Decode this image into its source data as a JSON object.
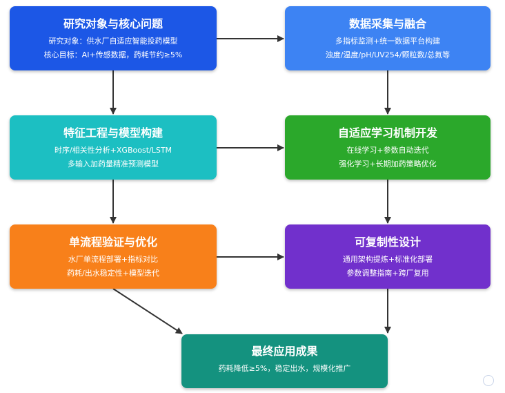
{
  "nodes": {
    "n1": {
      "title": "研究对象与核心问题",
      "lines": [
        "研究对象：供水厂自适应智能投药模型",
        "核心目标：AI+传感数据，药耗节约≥5%"
      ],
      "color": "#1c57e6"
    },
    "n2": {
      "title": "数据采集与融合",
      "lines": [
        "多指标监测+统一数据平台构建",
        "浊度/温度/pH/UV254/颗粒数/总氮等"
      ],
      "color": "#3d83f3"
    },
    "n3": {
      "title": "特征工程与模型构建",
      "lines": [
        "时序/相关性分析+XGBoost/LSTM",
        "多输入加药量精准预测模型"
      ],
      "color": "#1cbfc2"
    },
    "n4": {
      "title": "自适应学习机制开发",
      "lines": [
        "在线学习+参数自动迭代",
        "强化学习+长期加药策略优化"
      ],
      "color": "#2ba82b"
    },
    "n5": {
      "title": "单流程验证与优化",
      "lines": [
        "水厂单流程部署+指标对比",
        "药耗/出水稳定性+模型迭代"
      ],
      "color": "#f8801a"
    },
    "n6": {
      "title": "可复制性设计",
      "lines": [
        "通用架构提炼+标准化部署",
        "参数调整指南+跨厂复用"
      ],
      "color": "#7130cc"
    },
    "n7": {
      "title": "最终应用成果",
      "lines": [
        "药耗降低≥5%，稳定出水，规模化推广"
      ],
      "color": "#14927f"
    }
  },
  "edges": [
    {
      "from": "n1",
      "to": "n2"
    },
    {
      "from": "n1",
      "to": "n3"
    },
    {
      "from": "n2",
      "to": "n4"
    },
    {
      "from": "n3",
      "to": "n4"
    },
    {
      "from": "n3",
      "to": "n5"
    },
    {
      "from": "n4",
      "to": "n6"
    },
    {
      "from": "n5",
      "to": "n6"
    },
    {
      "from": "n5",
      "to": "n7"
    },
    {
      "from": "n6",
      "to": "n7"
    }
  ],
  "edge_color": "#333333",
  "watermark_icon": "watermark-logo-icon"
}
